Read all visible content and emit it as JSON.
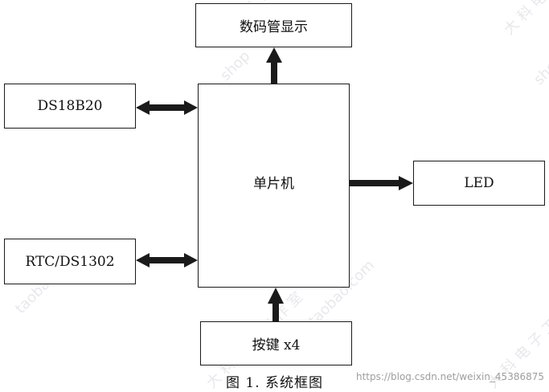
{
  "blocks": {
    "display": "数码管显示",
    "ds18b20": "DS18B20",
    "mcu": "单片机",
    "led": "LED",
    "rtc": "RTC/DS1302",
    "keys": "按键 x4"
  },
  "caption": "图 1. 系统框图",
  "watermark": {
    "cn": "大 科 电 子 工 作 室",
    "shop": "shop",
    "taobao": "taobao.com",
    "url": "https://blog.csdn.net/weixin_45386875"
  },
  "colors": {
    "stroke": "#1a1a1a",
    "text": "#111111"
  }
}
